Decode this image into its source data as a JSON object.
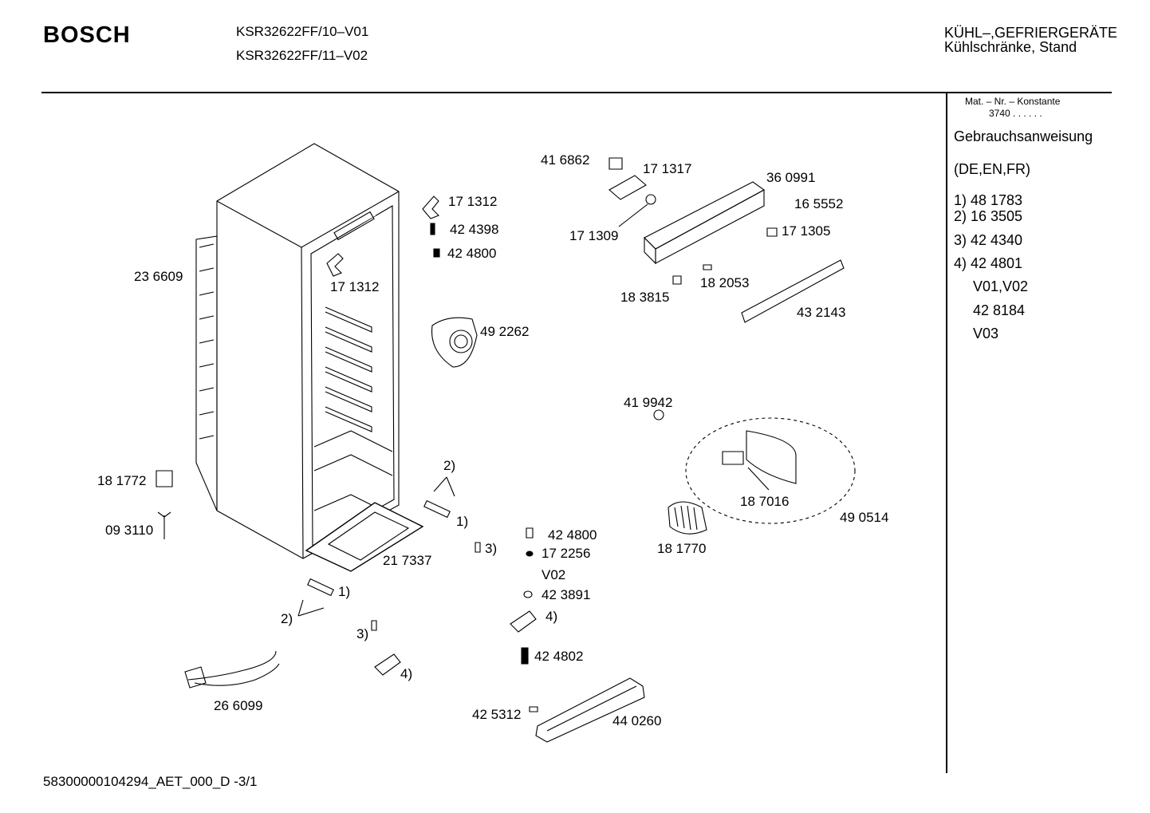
{
  "header": {
    "brand": "BOSCH",
    "models": [
      "KSR32622FF/10–V01",
      "KSR32622FF/11–V02"
    ],
    "category": [
      "KÜHL–,GEFRIERGERÄTE",
      "Kühlschränke, Stand"
    ]
  },
  "sidebar": {
    "mat_label": "Mat. – Nr. – Konstante",
    "mat_value": "3740  .  .  .  .  .  .",
    "manual_title": "Gebrauchsanweisung",
    "languages": "(DE,EN,FR)",
    "items": [
      {
        "text": "1) 48 1783"
      },
      {
        "text": "2) 16 3505"
      },
      {
        "text": "3) 42 4340"
      },
      {
        "text": "4) 42 4801"
      },
      {
        "text": "V01,V02"
      },
      {
        "text": "42 8184"
      },
      {
        "text": "V03"
      }
    ]
  },
  "parts": [
    {
      "label": "23 6609"
    },
    {
      "label": "17 1312"
    },
    {
      "label": "42 4398"
    },
    {
      "label": "42 4800"
    },
    {
      "label": "17 1312"
    },
    {
      "label": "41 6862"
    },
    {
      "label": "17 1317"
    },
    {
      "label": "36 0991"
    },
    {
      "label": "16 5552"
    },
    {
      "label": "17 1309"
    },
    {
      "label": "17 1305"
    },
    {
      "label": "18 2053"
    },
    {
      "label": "18 3815"
    },
    {
      "label": "43 2143"
    },
    {
      "label": "49 2262"
    },
    {
      "label": "41 9942"
    },
    {
      "label": "18 7016"
    },
    {
      "label": "49 0514"
    },
    {
      "label": "18 1770"
    },
    {
      "label": "18 1772"
    },
    {
      "label": "09 3110"
    },
    {
      "label": "2)"
    },
    {
      "label": "1)"
    },
    {
      "label": "21 7337"
    },
    {
      "label": "3)"
    },
    {
      "label": "42 4800"
    },
    {
      "label": "17 2256"
    },
    {
      "label": "V02"
    },
    {
      "label": "42 3891"
    },
    {
      "label": "4)"
    },
    {
      "label": "42 4802"
    },
    {
      "label": "1)"
    },
    {
      "label": "2)"
    },
    {
      "label": "3)"
    },
    {
      "label": "4)"
    },
    {
      "label": "26 6099"
    },
    {
      "label": "42 5312"
    },
    {
      "label": "44 0260"
    }
  ],
  "footer": {
    "doc_id": "58300000104294_AET_000_D -3/1"
  }
}
